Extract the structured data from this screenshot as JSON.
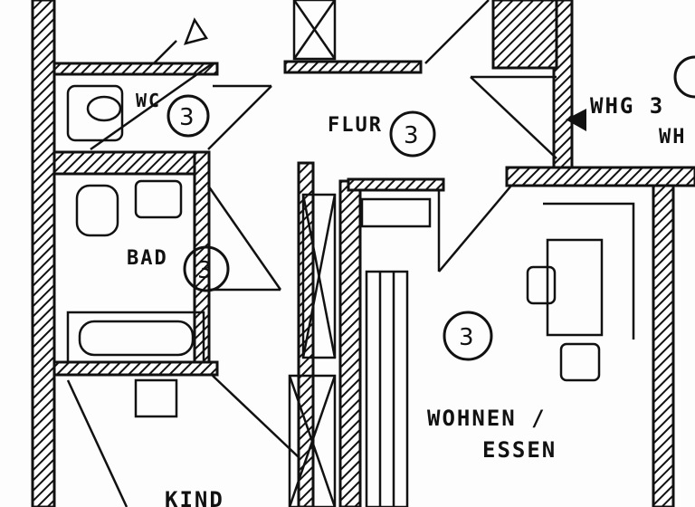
{
  "rooms": {
    "wc": "WC",
    "flur": "FLUR",
    "whg": "WHG 3",
    "whg_cut": "WH",
    "bad": "BAD",
    "wohnen": "WOHNEN /",
    "essen": "ESSEN",
    "kind": "KIND"
  },
  "room_markers": [
    "3",
    "3",
    "3",
    "3"
  ],
  "colors": {
    "ink": "#111111",
    "paper": "#fdfdfd"
  }
}
